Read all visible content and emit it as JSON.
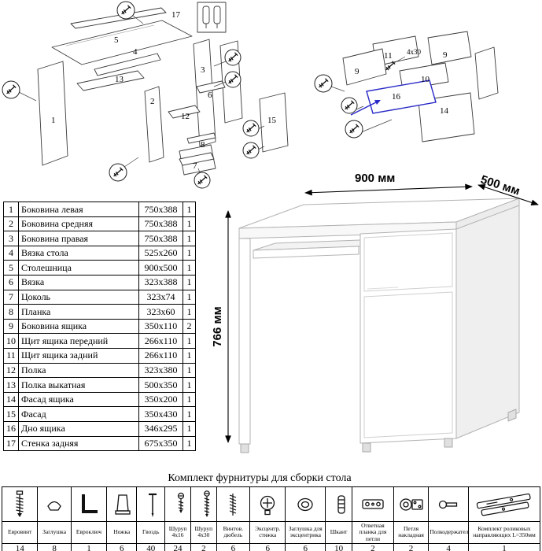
{
  "dimensions": {
    "width": "900 мм",
    "depth": "500 мм",
    "height": "766 мм"
  },
  "parts_table": {
    "rows": [
      {
        "num": "1",
        "name": "Боковина левая",
        "size": "750x388",
        "qty": "1"
      },
      {
        "num": "2",
        "name": "Боковина средняя",
        "size": "750x388",
        "qty": "1"
      },
      {
        "num": "3",
        "name": "Боковина правая",
        "size": "750x388",
        "qty": "1"
      },
      {
        "num": "4",
        "name": "Вязка стола",
        "size": "525x260",
        "qty": "1"
      },
      {
        "num": "5",
        "name": "Столешница",
        "size": "900x500",
        "qty": "1"
      },
      {
        "num": "6",
        "name": "Вязка",
        "size": "323x388",
        "qty": "1"
      },
      {
        "num": "7",
        "name": "Цоколь",
        "size": "323x74",
        "qty": "1"
      },
      {
        "num": "8",
        "name": "Планка",
        "size": "323x60",
        "qty": "1"
      },
      {
        "num": "9",
        "name": "Боковина ящика",
        "size": "350x110",
        "qty": "2"
      },
      {
        "num": "10",
        "name": "Щит ящика передний",
        "size": "266x110",
        "qty": "1"
      },
      {
        "num": "11",
        "name": "Щит ящика задний",
        "size": "266x110",
        "qty": "1"
      },
      {
        "num": "12",
        "name": "Полка",
        "size": "323x380",
        "qty": "1"
      },
      {
        "num": "13",
        "name": "Полка выкатная",
        "size": "500x350",
        "qty": "1"
      },
      {
        "num": "14",
        "name": "Фасад ящика",
        "size": "350x200",
        "qty": "1"
      },
      {
        "num": "15",
        "name": "Фасад",
        "size": "350x430",
        "qty": "1"
      },
      {
        "num": "16",
        "name": "Дно ящика",
        "size": "346x295",
        "qty": "1"
      },
      {
        "num": "17",
        "name": "Стенка задняя",
        "size": "675x350",
        "qty": "1"
      }
    ]
  },
  "main_diagram": {
    "labels": [
      "17",
      "5",
      "4",
      "13",
      "1",
      "2",
      "3",
      "12",
      "6",
      "8",
      "15",
      "7"
    ]
  },
  "drawer_diagram": {
    "labels": [
      "11",
      "9",
      "9",
      "10",
      "16",
      "14"
    ],
    "screw_note": "4x30"
  },
  "hardware": {
    "title": "Комплект фурнитуры для сборки стола",
    "items": [
      {
        "name": "Евровинт",
        "qty": "14",
        "icon": "confirmat-screw-icon"
      },
      {
        "name": "Заглушка",
        "qty": "8",
        "icon": "cap-plug-icon"
      },
      {
        "name": "Евроключ",
        "qty": "1",
        "icon": "hex-key-icon"
      },
      {
        "name": "Ножка",
        "qty": "6",
        "icon": "furniture-foot-icon"
      },
      {
        "name": "Гвоздь",
        "qty": "40",
        "icon": "nail-icon"
      },
      {
        "name": "Шуруп 4x16",
        "qty": "24",
        "icon": "screw-short-icon"
      },
      {
        "name": "Шуруп 4x30",
        "qty": "2",
        "icon": "screw-long-icon"
      },
      {
        "name": "Винтов. дюбель",
        "qty": "6",
        "icon": "dowel-screw-icon"
      },
      {
        "name": "Эксцентр. стяжка",
        "qty": "6",
        "icon": "eccentric-cam-icon"
      },
      {
        "name": "Заглушка для эксцентрика",
        "qty": "6",
        "icon": "cam-cover-icon"
      },
      {
        "name": "Шкант",
        "qty": "10",
        "icon": "wood-dowel-icon"
      },
      {
        "name": "Ответная планка для петли",
        "qty": "2",
        "icon": "hinge-plate-icon"
      },
      {
        "name": "Петля накладная",
        "qty": "2",
        "icon": "hinge-icon"
      },
      {
        "name": "Полкодержатель",
        "qty": "4",
        "icon": "shelf-pin-icon"
      },
      {
        "name": "Комплект роликовых направляющих L=350мм",
        "qty": "1",
        "icon": "roller-guides-icon"
      }
    ]
  }
}
